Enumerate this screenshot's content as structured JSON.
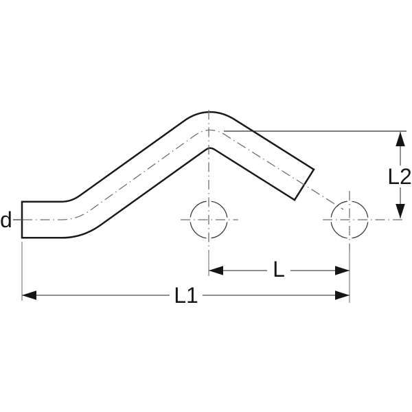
{
  "drawing": {
    "labels": {
      "d": "d",
      "l": "L",
      "l1": "L1",
      "l2": "L2"
    },
    "colors": {
      "background": "#ffffff",
      "pipe_outline": "#1a1a1a",
      "pipe_fill": "#ffffff",
      "centerline": "#6f6f6f",
      "extension_line": "#6f6f6f",
      "dimension_line": "#4a4a4a",
      "arrow": "#151515",
      "text": "#161616"
    }
  }
}
